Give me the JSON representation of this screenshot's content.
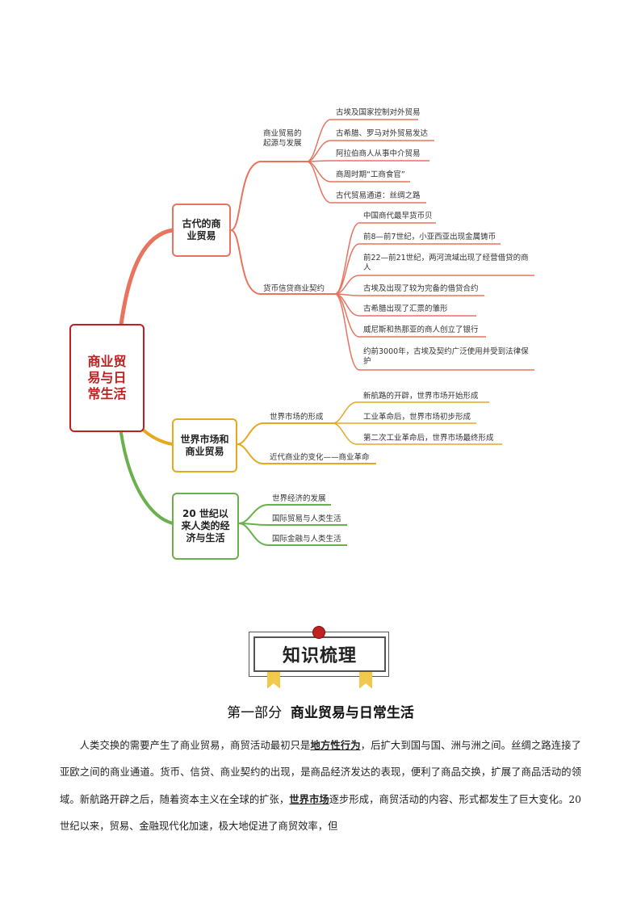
{
  "mindmap": {
    "root": "商业贸易与日常生活",
    "branches": [
      {
        "label": "古代的商业贸易",
        "color": "#e8735f",
        "groups": [
          {
            "label": "商业贸易的起源与发展",
            "leaves": [
              "古埃及国家控制对外贸易",
              "古希腊、罗马对外贸易发达",
              "阿拉伯商人从事中介贸易",
              "商周时期“工商食官”",
              "古代贸易通道：丝绸之路"
            ]
          },
          {
            "label": "货币信贷商业契约",
            "leaves": [
              "中国商代最早货币贝",
              "前8—前7世纪，小亚西亚出现金属铸币",
              "前22—前21世纪，两河流域出现了经营借贷的商人",
              "古埃及出现了较为完备的借贷合约",
              "古希腊出现了汇票的雏形",
              "威尼斯和热那亚的商人创立了银行",
              "约前3000年，古埃及契约广泛使用并受到法律保护"
            ]
          }
        ]
      },
      {
        "label": "世界市场和商业贸易",
        "color": "#e6a91e",
        "groups": [
          {
            "label": "世界市场的形成",
            "leaves": [
              "新航路的开辟，世界市场开始形成",
              "工业革命后，世界市场初步形成",
              "第二次工业革命后，世界市场最终形成"
            ]
          },
          {
            "label": "近代商业的变化——商业革命",
            "leaves": []
          }
        ]
      },
      {
        "label": "20 世纪以来人类的经济与生活",
        "color": "#6ab04c",
        "groups": [
          {
            "label": "世界经济的发展",
            "leaves": []
          },
          {
            "label": "国际贸易与人类生活",
            "leaves": []
          },
          {
            "label": "国际金融与人类生活",
            "leaves": []
          }
        ]
      }
    ]
  },
  "badge": {
    "title": "知识梳理"
  },
  "section": {
    "part": "第一部分",
    "title": "商业贸易与日常生活"
  },
  "paragraph": {
    "p1": "人类交换的需要产生了商业贸易，商贸活动最初只是",
    "u1": "地方性行为",
    "p2": "，后扩大到国与国、洲与洲之间。丝绸之路连接了亚欧之间的商业通道。货币、信贷、商业契约的出现，是商品经济发达的表现，便利了商品交换，扩展了商品活动的领域。新航路开辟之后，随着资本主义在全球的扩张，",
    "u2": "世界市场",
    "p3": "逐步形成，商贸活动的内容、形式都发生了巨大变化。20 世纪以来，贸易、金融现代化加速，极大地促进了商贸效率，但"
  }
}
